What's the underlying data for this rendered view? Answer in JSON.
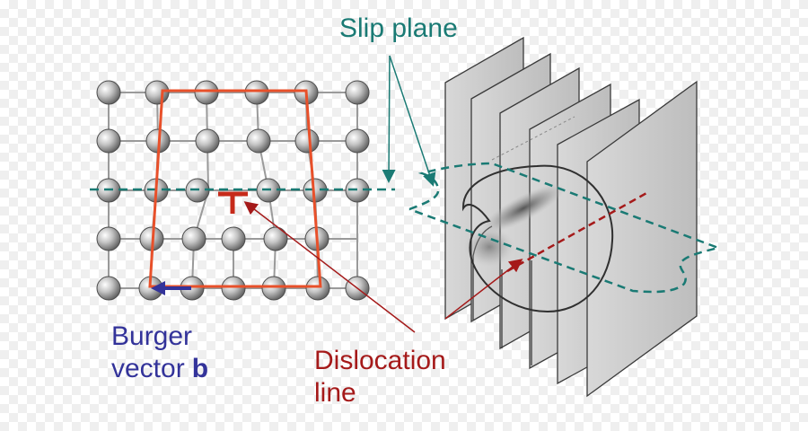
{
  "labels": {
    "slip_plane": "Slip plane",
    "burger_line1": "Burger",
    "burger_word": "vector",
    "burger_symbol": "b",
    "dislocation_line1": "Dislocation",
    "dislocation_line2": "line"
  },
  "colors": {
    "slip_plane": "#1a7a74",
    "burgers_vector": "#33339a",
    "dislocation": "#a51a1a",
    "burgers_circuit": "#e8502a",
    "atom": "#a8a8a8",
    "sheet": "#cfcfcf"
  },
  "icons": {
    "atom": "grey-sphere",
    "edge_dislocation": "inverted-T-symbol"
  }
}
